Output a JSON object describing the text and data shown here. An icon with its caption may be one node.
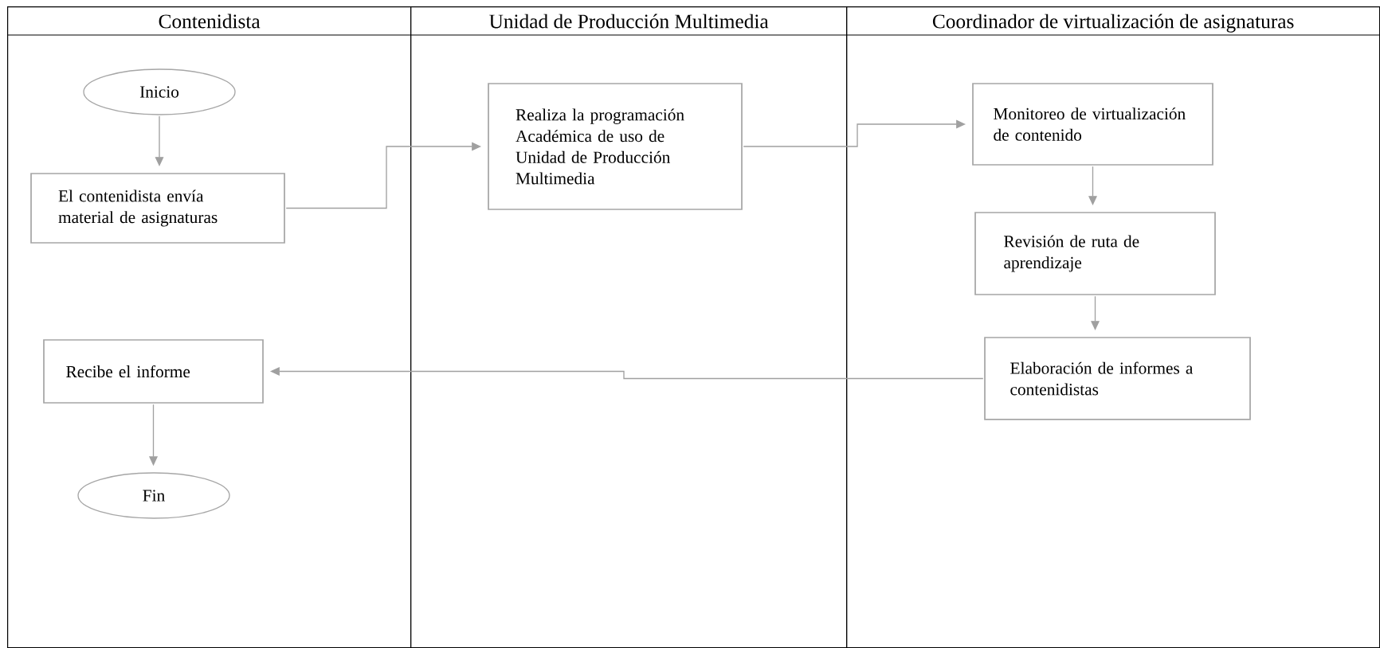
{
  "diagram": {
    "nodes": [
      {
        "text": [
          "Contenidista"
        ]
      },
      {
        "text": [
          "Unidad de Producción Multimedia"
        ]
      },
      {
        "text": [
          "Coordinador de virtualización de asignaturas"
        ]
      },
      {
        "text": [
          "Inicio"
        ],
        "in": 0
      },
      {
        "text": [
          "El contenidista envía material de asignaturas"
        ],
        "in": 0
      },
      {
        "text": [
          "Realiza la programación Académica de uso de Unidad de Producción Multimedia"
        ],
        "in": 1
      },
      {
        "text": [
          "Monitoreo de virtualización de contenido"
        ],
        "in": 2
      },
      {
        "text": [
          "Revisión de ruta de aprendizaje"
        ],
        "in": 2
      },
      {
        "text": [
          "Elaboración de informes a contenidistas"
        ],
        "in": 2
      },
      {
        "text": [
          "Recibe el informe"
        ],
        "in": 0
      },
      {
        "text": [
          "Fin"
        ],
        "in": 0
      }
    ],
    "edges": [
      {
        "from": 3,
        "to": 4,
        "arrow": "to"
      },
      {
        "from": 4,
        "to": 5,
        "arrow": "to"
      },
      {
        "from": 5,
        "to": 6,
        "arrow": "to"
      },
      {
        "from": 6,
        "to": 7,
        "arrow": "to"
      },
      {
        "from": 7,
        "to": 8,
        "arrow": "to"
      },
      {
        "from": 8,
        "to": 9,
        "arrow": "to"
      },
      {
        "from": 9,
        "to": 10,
        "arrow": "to"
      }
    ]
  }
}
